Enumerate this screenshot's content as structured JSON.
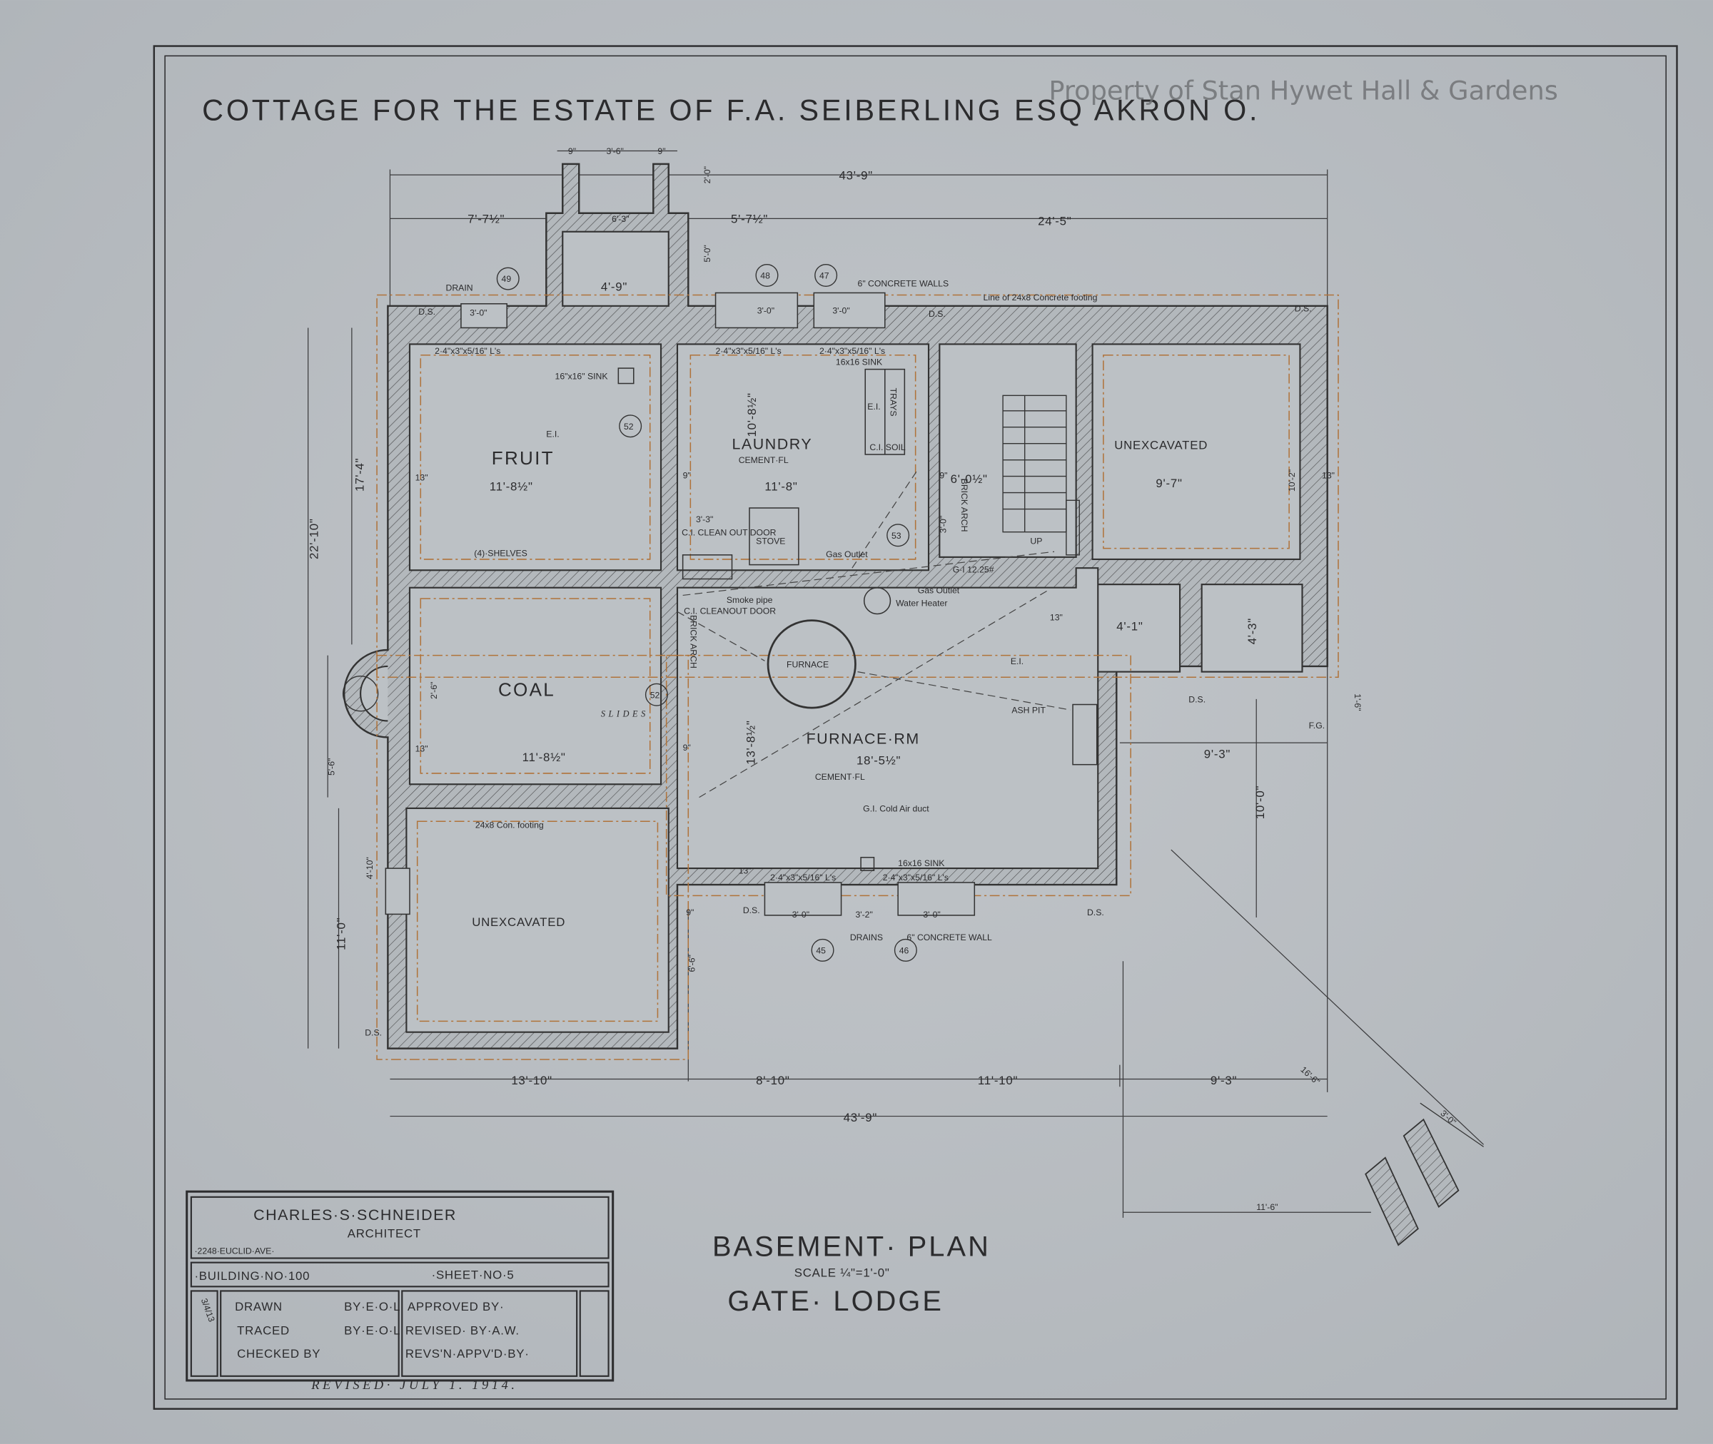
{
  "title": "COTTAGE FOR THE ESTATE OF F.A. SEIBERLING ESQ AKRON O.",
  "watermark": "Property of Stan Hywet Hall & Gardens",
  "rooms": {
    "fruit": "FRUIT",
    "fruit_dim": "11'-8½\"",
    "shelves": "(4)·SHELVES",
    "fruit_sink": "16\"x16\" SINK",
    "laundry": "LAUNDRY",
    "laundry_floor": "CEMENT·FL",
    "laundry_dim": "11'-8\"",
    "laundry_depth": "10'-8½\"",
    "trays": "TRAYS",
    "laundry_sink": "16x16 SINK",
    "soil": "C.I. SOIL",
    "stove": "STOVE",
    "gas_outlet": "Gas Outlet",
    "cleanout": "C.I. CLEAN OUT DOOR",
    "cleanout_dim": "3'-3\"",
    "cleanout2": "C.I. CLEANOUT DOOR",
    "smoke_pipe": "Smoke pipe",
    "stair_dim": "6'-0½\"",
    "up": "UP",
    "gi": "G·I 12.25#",
    "brick_arch": "BRICK ARCH",
    "arch_dim": "3'-0\"",
    "unexc_top": "UNEXCAVATED",
    "unexc_top_dim": "9'-7\"",
    "unexc_top_depth": "10'-2\"",
    "coal": "COAL",
    "coal_dim": "11'-8½\"",
    "slides": "SLIDES",
    "furnace": "FURNACE",
    "furnace_rm": "FURNACE·RM",
    "furnace_dim": "18'-5½\"",
    "furnace_floor": "CEMENT·FL",
    "furnace_depth": "13'-8½\"",
    "cold_air": "G.I. Cold Air duct",
    "water_heater": "Water Heater",
    "gas_outlet2": "Gas Outlet",
    "ash_pit": "ASH PIT",
    "unexc_bottom": "UNEXCAVATED",
    "footing": "24x8 Con. footing",
    "small1": "4'-1\"",
    "small2": "4'-3\"",
    "sink_bottom": "16x16 SINK"
  },
  "notes": {
    "concrete_walls": "6\" CONCRETE WALLS",
    "concrete_wall": "6\" CONCRETE WALL",
    "drain": "DRAIN",
    "drains": "DRAINS",
    "footing_line": "Line of 24x8 Concrete footing",
    "angles_top_left": "2·4\"x3\"x5/16\" L's",
    "angles_top_mid": "2·4\"x3\"x5/16\" L's",
    "angles_top_right": "2·4\"x3\"x5/16\" L's",
    "angles_bottom_left": "2·4\"x3\"x5/16\" L's",
    "angles_bottom_right": "2·4\"x3\"x5/16\" L's",
    "ds": "D.S.",
    "ei": "E.I."
  },
  "circles": [
    "49",
    "48",
    "47",
    "52",
    "53",
    "52",
    "45",
    "46"
  ],
  "dimensions": {
    "top_overall": "43'-9\"",
    "left_top": "7'-7½\"",
    "mid_top": "5'-7½\"",
    "right_top": "24'-5\"",
    "chimney": "3'-6\"",
    "chimney_side": "9\"",
    "chimney_depth": "2'-0\"",
    "bay_width": "6'-3\"",
    "bay_inner": "4'-9\"",
    "bay_depth": "5'-0\"",
    "window": "3'-0\"",
    "window_gap": "3'-2\"",
    "left_overall": "22'-10\"",
    "left_upper": "17'-4\"",
    "left_bay": "5'-6\"",
    "left_lower": "11'-0\"",
    "left_window": "4'-10\"",
    "bay_coal": "2'-6\"",
    "wall13": "13\"",
    "wall9": "9\"",
    "bottom_1": "13'-10\"",
    "bottom_2": "8'-10\"",
    "bottom_3": "11'-10\"",
    "bottom_4": "9'-3\"",
    "bottom_overall": "43'-9\"",
    "right_lower": "10'-0\"",
    "right_step": "9'-3\"",
    "porch": "6'-6\"",
    "diag": "16'-6\"",
    "steps": "11'-6\"",
    "step_width": "3'-0\"",
    "right_small": "1'-6\"",
    "fg": "F.G."
  },
  "title_block": {
    "architect": "CHARLES·S·SCHNEIDER",
    "role": "ARCHITECT",
    "address": "·2248·EUCLID·AVE·",
    "building": "·BUILDING·NO·100",
    "sheet": "·SHEET·NO·5",
    "date": "3/4/13",
    "drawn": "DRAWN",
    "drawn_by": "BY·E·O·L",
    "traced": "TRACED",
    "traced_by": "BY·E·O·L",
    "checked": "CHECKED BY",
    "approved": "APPROVED  BY·",
    "revised": "REVISED·  BY·A.W.",
    "revsn": "REVS'N·APPV'D·BY·",
    "revised_note": "REVISED· JULY 1. 1914."
  },
  "plan": {
    "name": "BASEMENT· PLAN",
    "scale": "SCALE ¼\"=1'-0\"",
    "subtitle": "GATE· LODGE"
  }
}
